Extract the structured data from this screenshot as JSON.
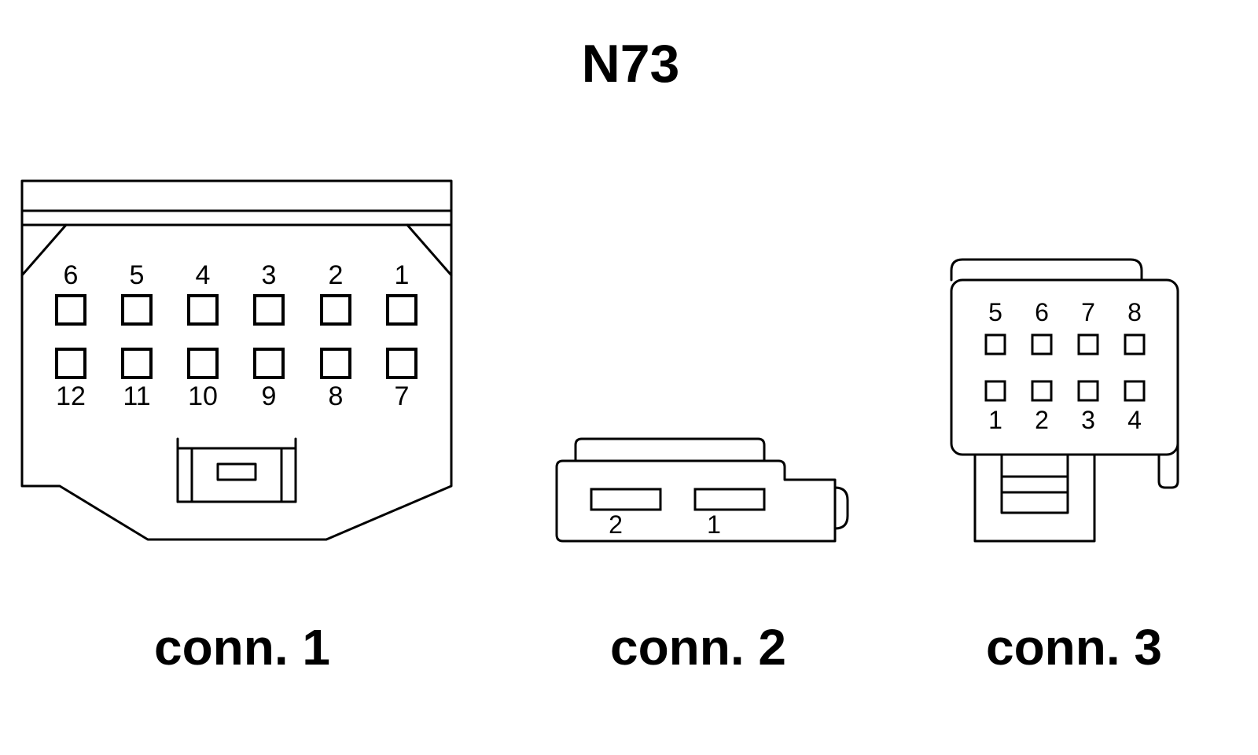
{
  "title": "N73",
  "connectors": [
    {
      "label": "conn. 1",
      "top_row_pins": [
        "6",
        "5",
        "4",
        "3",
        "2",
        "1"
      ],
      "bottom_row_pins": [
        "12",
        "11",
        "10",
        "9",
        "8",
        "7"
      ]
    },
    {
      "label": "conn. 2",
      "pins": [
        "2",
        "1"
      ]
    },
    {
      "label": "conn. 3",
      "top_row_pins": [
        "5",
        "6",
        "7",
        "8"
      ],
      "bottom_row_pins": [
        "1",
        "2",
        "3",
        "4"
      ]
    }
  ],
  "colors": {
    "line": "#000000",
    "background": "#ffffff"
  }
}
